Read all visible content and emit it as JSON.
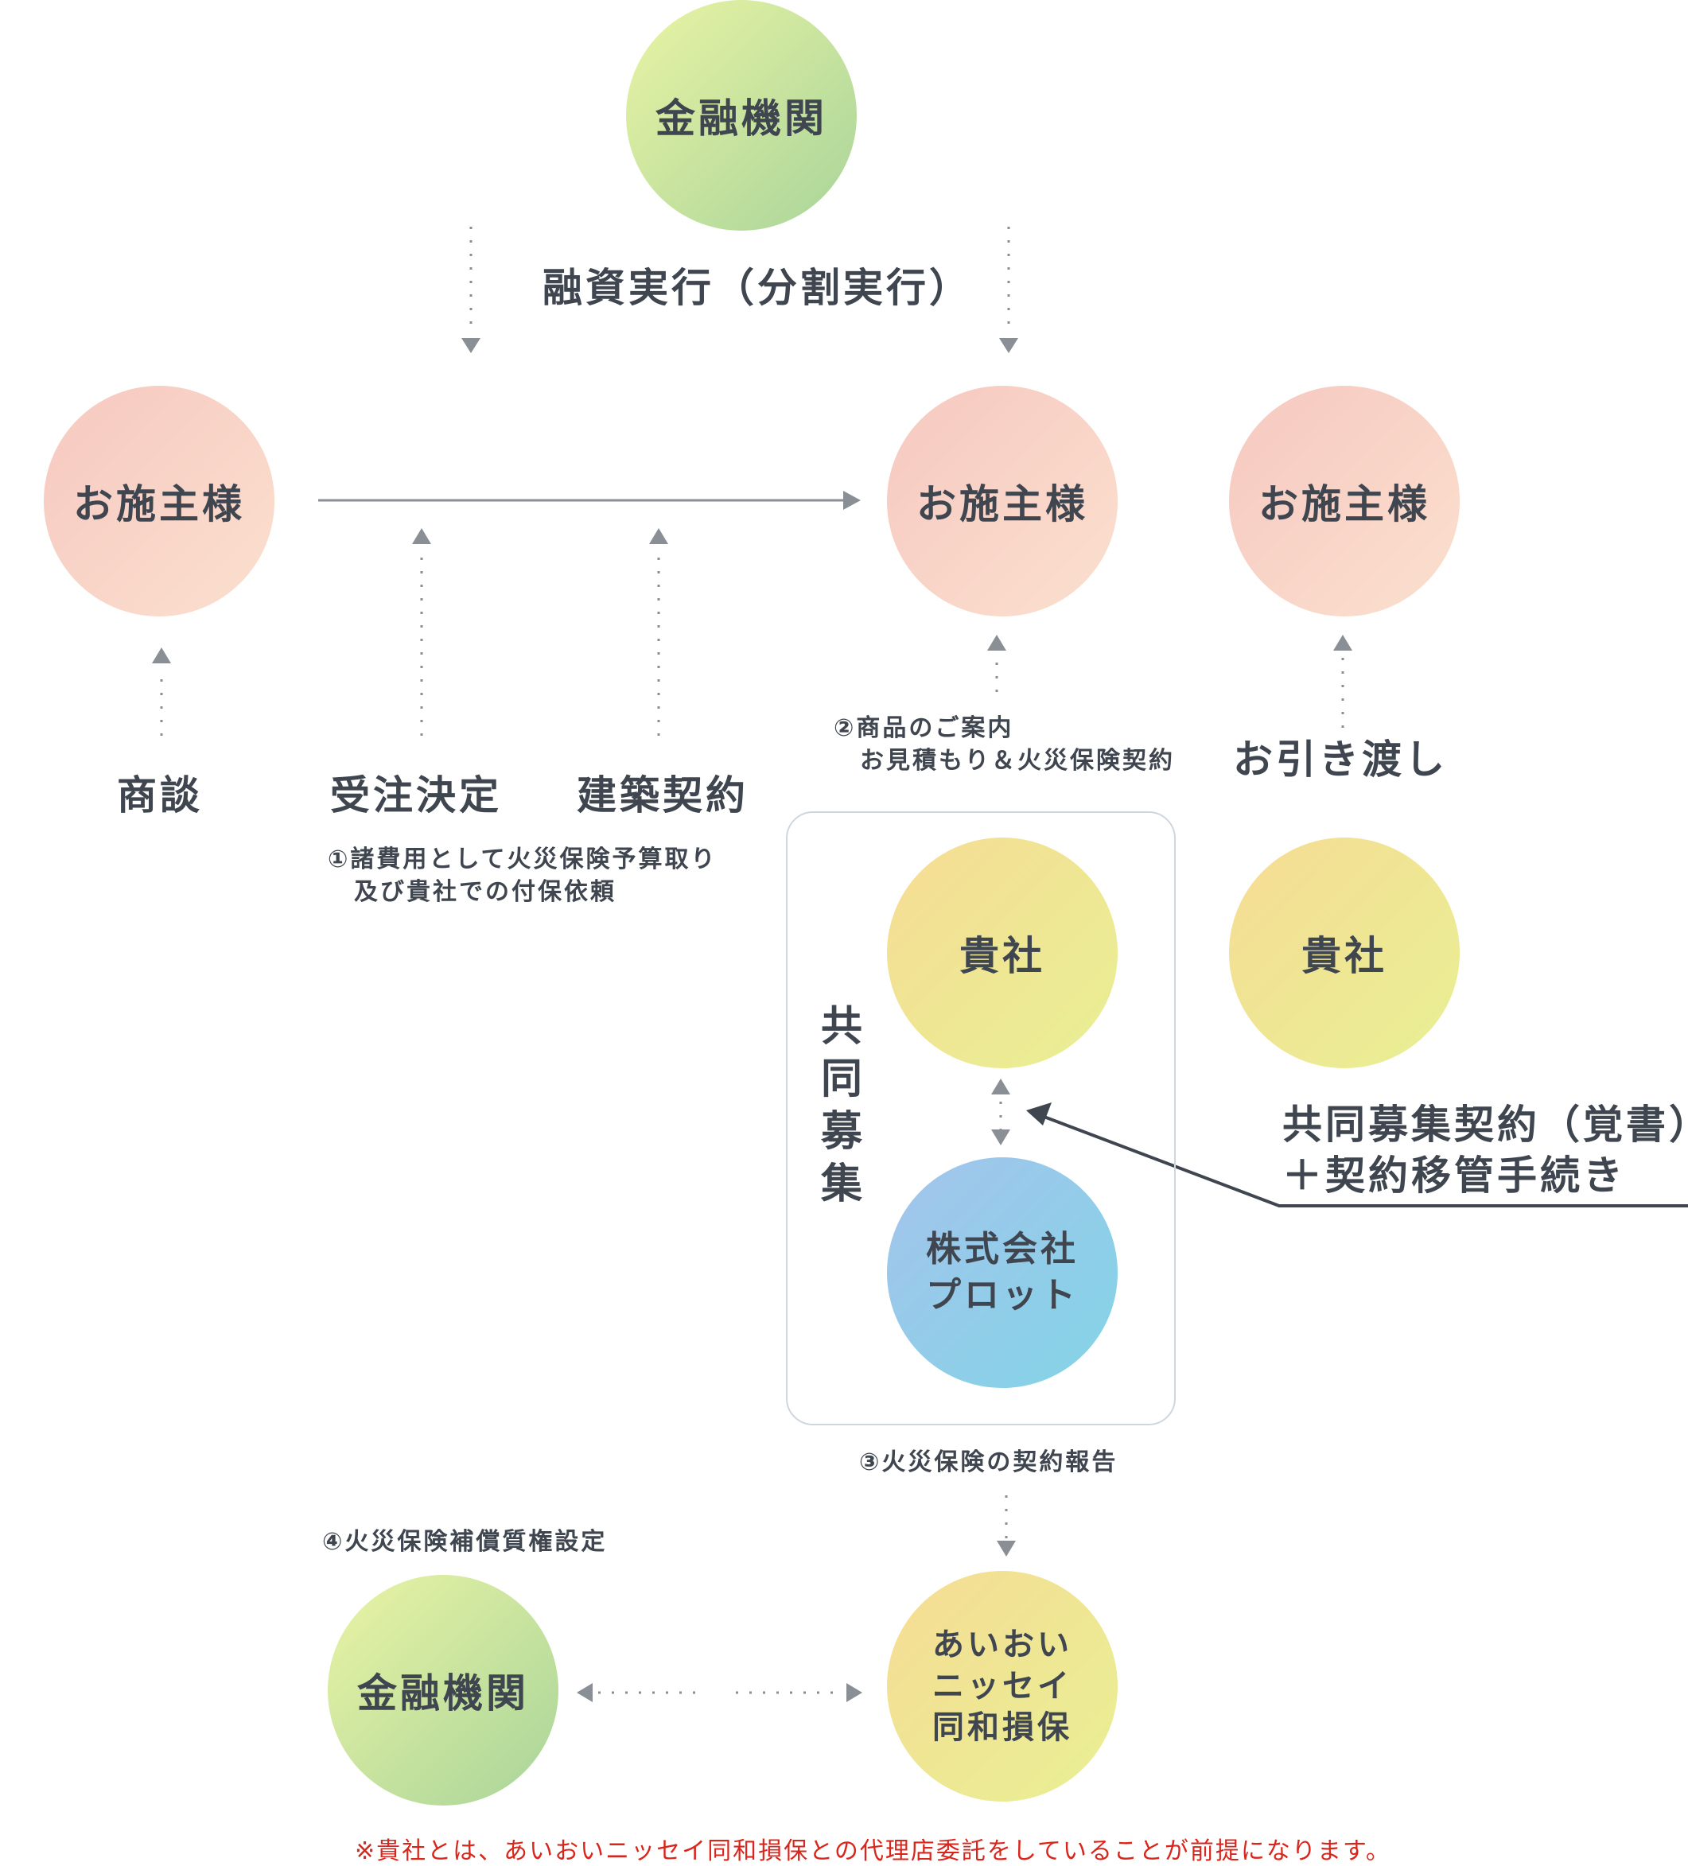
{
  "nodes": {
    "top_bank": "金融機関",
    "client_left": "お施主様",
    "client_mid": "お施主様",
    "client_right": "お施主様",
    "company_mid": "貴社",
    "company_right": "貴社",
    "plot": "株式会社\nプロット",
    "insurer": "あいおい\nニッセイ\n同和損保",
    "bottom_bank": "金融機関"
  },
  "labels": {
    "financing": "融資実行（分割実行）",
    "negotiation": "商談",
    "order": "受注決定",
    "construction": "建築契約",
    "handover": "お引き渡し",
    "joint_vertical": "共同募集",
    "joint_contract_line1": "共同募集契約（覚書）",
    "joint_contract_line2": "＋契約移管手続き"
  },
  "notes": {
    "step1": "①諸費用として火災保険予算取り\n　及び貴社での付保依頼",
    "step2": "②商品のご案内\n　お見積もり＆火災保険契約",
    "step3": "③火災保険の契約報告",
    "step4": "④火災保険補償質権設定"
  },
  "footer": "※貴社とは、あいおいニッセイ同和損保との代理店委託をしていることが前提になります。",
  "colors": {
    "text": "#3f4650",
    "arrow": "#8a8f96",
    "footer": "#d9261c"
  }
}
